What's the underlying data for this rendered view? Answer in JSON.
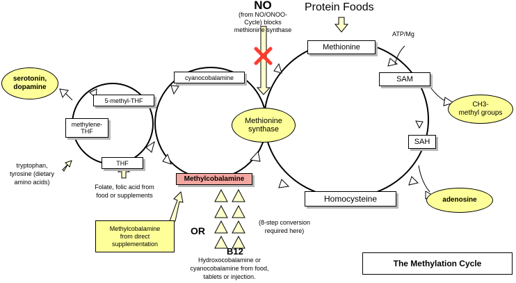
{
  "nitric_oxide": {
    "title": "NO",
    "note": "(from NO/ONOO-\nCycle) blocks\nmethionine synthase"
  },
  "protein_foods": "Protein Foods",
  "atp_mg": "ATP/Mg",
  "boxes": {
    "methionine": "Methionine",
    "sam": "SAM",
    "sah": "SAH",
    "homocysteine": "Homocysteine",
    "cyanocobalamine": "cyanocobalamine",
    "five_methyl_thf": "5-methyl-THF",
    "methylene_thf": "methylene-\nTHF",
    "thf": "THF",
    "methylcobalamine": "Methylcobalamine"
  },
  "ovals": {
    "methionine_synthase": "Methionine\nsynthase",
    "serotonin_dopamine": "serotonin,\ndopamine",
    "ch3_methyl_groups": "CH3-\nmethyl groups",
    "adenosine": "adenosine"
  },
  "texts": {
    "amino_acids": "tryptophan,\ntyrosine (dietary\namino acids)",
    "folate": "Folate, folic acid from\nfood or supplements",
    "direct_supplementation": "Methylcobalamine\nfrom direct\nsupplementation",
    "or": "OR",
    "b12": "B12",
    "b12_sources": "Hydroxocobalamine or\ncyanocobalamine from food,\ntablets or injection.",
    "conversion_note": "(8-step conversion\nrequired here)"
  },
  "title_box": "The Methylation Cycle",
  "colors": {
    "oval_fill": "#ffff99",
    "arrow_fill": "#ffffcc",
    "methylcobalamine_fill": "#f4a6a0",
    "block_cross": "#ff3b2f"
  },
  "icons": [
    "block-cross-icon",
    "arrow-icon",
    "triangle-step-icon"
  ]
}
